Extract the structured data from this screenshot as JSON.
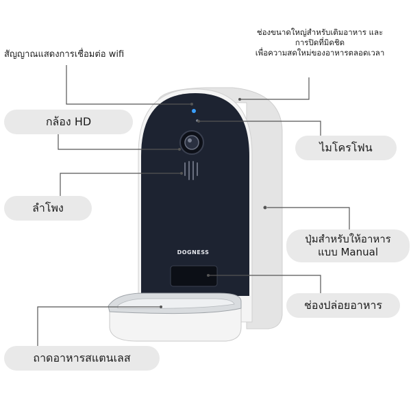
{
  "labels": {
    "wifi": "สัญญาณแสดงการเชื่อมต่อ wifi",
    "camera": "กล้อง HD",
    "speaker": "ลำโพง",
    "tray": "ถาดอาหารสแตนเลส",
    "hopper_line1": "ช่องขนาดใหญ่สำหรับเติมอาหาร และ",
    "hopper_line2": "การปิดที่มิดชิด",
    "hopper_line3": "เพื่อความสดใหม่ของอาหารตลอดเวลา",
    "microphone": "ไมโครโฟน",
    "manual_line1": "ปุ่มสำหรับให้อาหาร",
    "manual_line2": "แบบ Manual",
    "outlet": "ช่องปล่อยอาหาร"
  },
  "product": {
    "brand": "DOGNESS"
  },
  "colors": {
    "label_bg": "#e9e9e9",
    "panel": "#1d2331",
    "body": "#f2f2f2",
    "leader": "#555555",
    "wifi_led": "#3aa0ff"
  }
}
